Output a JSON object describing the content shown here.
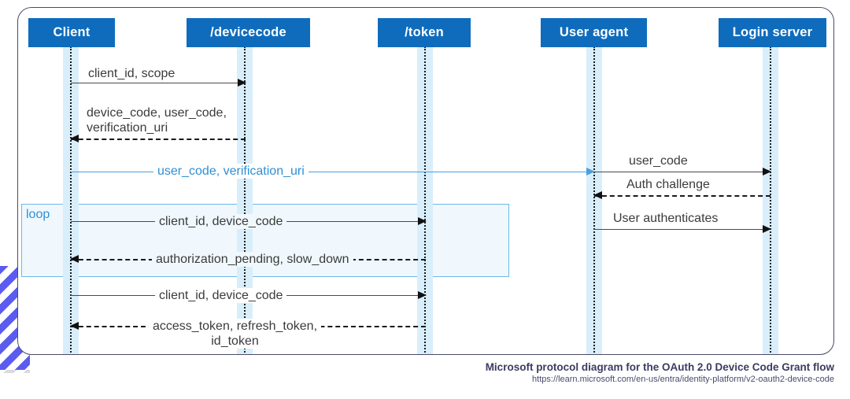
{
  "diagram": {
    "type": "sequence-diagram",
    "participants": [
      {
        "id": "client",
        "label": "Client"
      },
      {
        "id": "devicecode",
        "label": "/devicecode"
      },
      {
        "id": "token",
        "label": "/token"
      },
      {
        "id": "useragent",
        "label": "User agent"
      },
      {
        "id": "loginserver",
        "label": "Login server"
      }
    ],
    "fragment": {
      "label": "loop"
    },
    "messages": [
      {
        "id": "m1",
        "text": "client_id, scope",
        "from": "client",
        "to": "devicecode",
        "style": "solid",
        "direction": "right"
      },
      {
        "id": "m2",
        "text": "device_code, user_code,\nverification_uri",
        "from": "devicecode",
        "to": "client",
        "style": "dashed",
        "direction": "left"
      },
      {
        "id": "m3",
        "text": "user_code, verification_uri",
        "from": "client",
        "to": "useragent",
        "style": "solid",
        "direction": "right",
        "color": "blue"
      },
      {
        "id": "m4",
        "text": "user_code",
        "from": "useragent",
        "to": "loginserver",
        "style": "solid",
        "direction": "right"
      },
      {
        "id": "m5",
        "text": "Auth challenge",
        "from": "loginserver",
        "to": "useragent",
        "style": "dashed",
        "direction": "left"
      },
      {
        "id": "m6",
        "text": "User authenticates",
        "from": "useragent",
        "to": "loginserver",
        "style": "solid",
        "direction": "right"
      },
      {
        "id": "m7",
        "text": "client_id, device_code",
        "from": "client",
        "to": "token",
        "style": "solid",
        "direction": "right",
        "inFragment": true
      },
      {
        "id": "m8",
        "text": "authorization_pending, slow_down",
        "from": "token",
        "to": "client",
        "style": "dashed",
        "direction": "left",
        "inFragment": true
      },
      {
        "id": "m9",
        "text": "client_id, device_code",
        "from": "client",
        "to": "token",
        "style": "solid",
        "direction": "right"
      },
      {
        "id": "m10",
        "text": "access_token, refresh_token,\nid_token",
        "from": "token",
        "to": "client",
        "style": "dashed",
        "direction": "left"
      }
    ]
  },
  "caption": {
    "title": "Microsoft protocol diagram for the OAuth 2.0 Device Code Grant flow",
    "url": "https://learn.microsoft.com/en-us/entra/identity-platform/v2-oauth2-device-code"
  },
  "colors": {
    "participant_box": "#0f6cbd",
    "accent_blue": "#2f8fd4",
    "lifeline_band": "#d9eefb",
    "fragment_fill": "#f0f8fd",
    "fragment_border": "#6fb7e8",
    "card_border": "#4a4a6a",
    "ribbon": "#5b5bf0",
    "caption_text": "#3b3b63"
  }
}
